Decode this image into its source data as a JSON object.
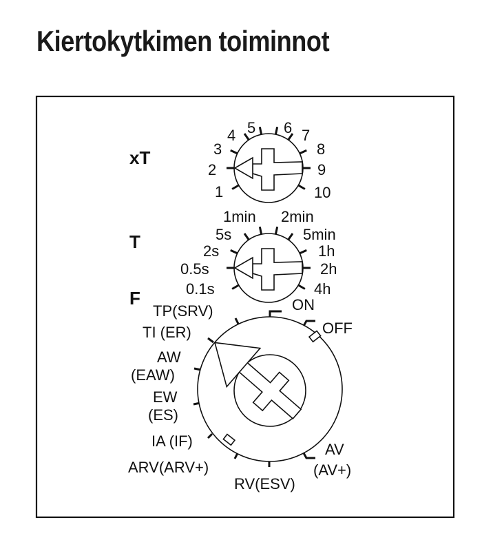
{
  "title": "Kiertokytkimen toiminnot",
  "dial_xT": {
    "label": "xT",
    "scale": [
      "1",
      "2",
      "3",
      "4",
      "5",
      "6",
      "7",
      "8",
      "9",
      "10"
    ]
  },
  "dial_T": {
    "label": "T",
    "scale": [
      "0.1s",
      "0.5s",
      "2s",
      "5s",
      "1min",
      "2min",
      "5min",
      "1h",
      "2h",
      "4h"
    ]
  },
  "dial_F": {
    "label": "F",
    "functions": [
      "ON",
      "OFF",
      "AV",
      "(AV+)",
      "RV(ESV)",
      "ARV(ARV+)",
      "IA (IF)",
      "EW",
      "(ES)",
      "AW",
      "(EAW)",
      "TI (ER)",
      "TP(SRV)"
    ]
  }
}
